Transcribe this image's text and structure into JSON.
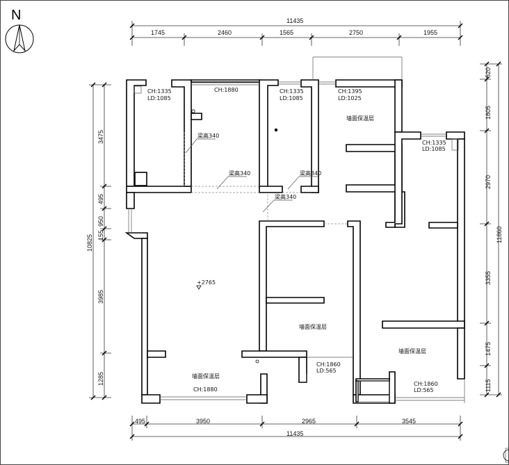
{
  "compass": {
    "letter": "N"
  },
  "dims_top": {
    "total": "11435",
    "segments": [
      "1745",
      "2460",
      "1565",
      "2750",
      "1955"
    ]
  },
  "dims_bottom": {
    "total": "11435",
    "segments": [
      "495",
      "3950",
      "2965",
      "3545"
    ]
  },
  "dims_left": {
    "total": "10825",
    "segments": [
      "3475",
      "495",
      "950",
      "155",
      "3985",
      "1285"
    ]
  },
  "dims_right": {
    "total": "11860",
    "segments": [
      "520",
      "1805",
      "2970",
      "3355",
      "1475",
      "1115"
    ]
  },
  "labels": {
    "ch1335_a": "CH:1335",
    "ld1085_a": "LD:1085",
    "ch1880_top": "CH:1880",
    "ch1335_b": "CH:1335",
    "ld1085_b": "LD:1085",
    "ch1395": "CH:1395",
    "ld1025": "LD:1025",
    "ch1335_c": "CH:1335",
    "ld1085_c": "LD:1085",
    "beam1": "梁高340",
    "beam2": "梁高340",
    "beam3": "梁高340",
    "beam4": "梁高340",
    "insul1": "墙面保温层",
    "insul2": "墙面保温层",
    "insul3": "墙面保温层",
    "insul4": "墙面保温层",
    "level": "+2765",
    "ch1860_a": "CH:1860",
    "ld565_a": "LD:565",
    "ch1860_b": "CH:1860",
    "ld565_b": "LD:565",
    "ch1880_bottom": "CH:1880"
  }
}
